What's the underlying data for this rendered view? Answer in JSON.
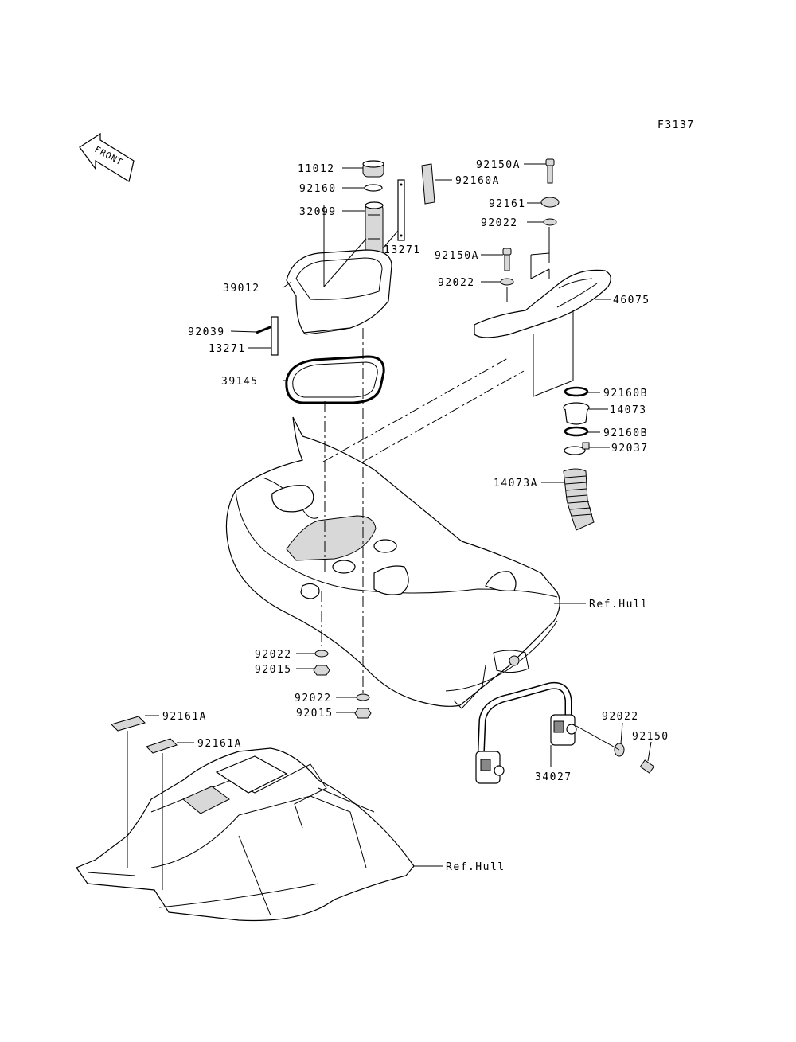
{
  "figure_code": "F3137",
  "front_label": "FRONT",
  "callouts": {
    "c11012": "11012",
    "c92160": "92160",
    "c32099": "32099",
    "c13271a": "13271",
    "c39012": "39012",
    "c92039": "92039",
    "c13271b": "13271",
    "c39145": "39145",
    "c92160A": "92160A",
    "c92150A_top": "92150A",
    "c92161": "92161",
    "c92022_top": "92022",
    "c92150A_mid": "92150A",
    "c92022_mid": "92022",
    "c46075": "46075",
    "c92160B_a": "92160B",
    "c14073": "14073",
    "c92160B_b": "92160B",
    "c92037": "92037",
    "c14073A": "14073A",
    "c_refhull_a": "Ref.Hull",
    "c92022_l1": "92022",
    "c92015_l1": "92015",
    "c92022_l2": "92022",
    "c92015_l2": "92015",
    "c92022_r": "92022",
    "c92150": "92150",
    "c34027": "34027",
    "c92161A_a": "92161A",
    "c92161A_b": "92161A",
    "c_refhull_b": "Ref.Hull"
  }
}
